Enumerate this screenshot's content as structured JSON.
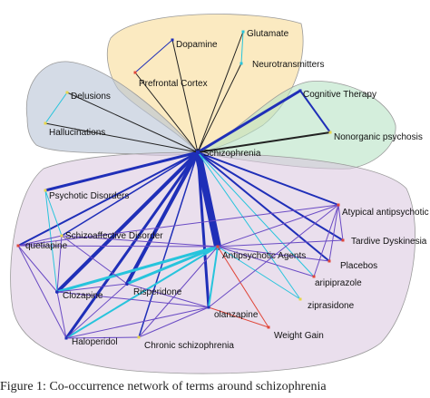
{
  "caption": "Figure 1: Co-occurrence network of terms around schizophrenia",
  "colors": {
    "cluster_top": "#f7d98e",
    "cluster_left": "#b7c3d6",
    "cluster_right": "#b8e3c4",
    "cluster_bottom": "#d8c4df",
    "edge_blue": "#1f2fb8",
    "edge_cyan": "#27c4dc",
    "edge_purple": "#6a4bc4",
    "edge_red": "#e0473a",
    "edge_black": "#222222"
  },
  "nodes": [
    {
      "id": "schizophrenia",
      "label": "Schizophrenia",
      "color": "#1f2fb8"
    },
    {
      "id": "dopamine",
      "label": "Dopamine",
      "color": "#1f2fb8"
    },
    {
      "id": "glutamate",
      "label": "Glutamate",
      "color": "#27c4dc"
    },
    {
      "id": "neurotransmitters",
      "label": "Neurotransmitters",
      "color": "#27c4dc"
    },
    {
      "id": "prefrontal",
      "label": "Prefrontal Cortex",
      "color": "#e0473a"
    },
    {
      "id": "delusions",
      "label": "Delusions",
      "color": "#e8d64a"
    },
    {
      "id": "hallucinations",
      "label": "Hallucinations",
      "color": "#e8d64a"
    },
    {
      "id": "cognitive",
      "label": "Cognitive Therapy",
      "color": "#1f2fb8"
    },
    {
      "id": "nonorganic",
      "label": "Nonorganic psychosis",
      "color": "#e8d64a"
    },
    {
      "id": "psychotic",
      "label": "Psychotic Disorders",
      "color": "#e8d64a"
    },
    {
      "id": "schizoaffective",
      "label": "Schizoaffective Disorder",
      "color": "#e8d64a"
    },
    {
      "id": "quetiapine",
      "label": "quetiapine",
      "color": "#e0473a"
    },
    {
      "id": "antipsychotic_agents",
      "label": "Antipsychotic Agents",
      "color": "#e0473a"
    },
    {
      "id": "atypical",
      "label": "Atypical antipsychotic",
      "color": "#e0473a"
    },
    {
      "id": "tardive",
      "label": "Tardive Dyskinesia",
      "color": "#e0473a"
    },
    {
      "id": "placebos",
      "label": "Placebos",
      "color": "#e0473a"
    },
    {
      "id": "aripiprazole",
      "label": "aripiprazole",
      "color": "#e0473a"
    },
    {
      "id": "ziprasidone",
      "label": "ziprasidone",
      "color": "#e8d64a"
    },
    {
      "id": "clozapine",
      "label": "Clozapine",
      "color": "#1f2fb8"
    },
    {
      "id": "risperidone",
      "label": "Risperidone",
      "color": "#1f2fb8"
    },
    {
      "id": "olanzapine",
      "label": "olanzapine",
      "color": "#1f2fb8"
    },
    {
      "id": "weightgain",
      "label": "Weight Gain",
      "color": "#e0473a"
    },
    {
      "id": "haloperidol",
      "label": "Haloperidol",
      "color": "#1f2fb8"
    },
    {
      "id": "chronic",
      "label": "Chronic schizophrenia",
      "color": "#e8d64a"
    }
  ],
  "edges": [
    {
      "from": "schizophrenia",
      "to": "antipsychotic_agents",
      "type": "blue",
      "weight": 8
    },
    {
      "from": "schizophrenia",
      "to": "clozapine",
      "type": "blue",
      "weight": 4
    },
    {
      "from": "schizophrenia",
      "to": "risperidone",
      "type": "blue",
      "weight": 4
    },
    {
      "from": "schizophrenia",
      "to": "olanzapine",
      "type": "blue",
      "weight": 3
    },
    {
      "from": "schizophrenia",
      "to": "haloperidol",
      "type": "blue",
      "weight": 3
    },
    {
      "from": "schizophrenia",
      "to": "psychotic",
      "type": "blue",
      "weight": 3
    },
    {
      "from": "schizophrenia",
      "to": "cognitive",
      "type": "blue",
      "weight": 3
    },
    {
      "from": "schizophrenia",
      "to": "nonorganic",
      "type": "black",
      "weight": 2
    },
    {
      "from": "schizophrenia",
      "to": "placebos",
      "type": "blue",
      "weight": 2
    },
    {
      "from": "schizophrenia",
      "to": "tardive",
      "type": "blue",
      "weight": 2
    },
    {
      "from": "schizophrenia",
      "to": "atypical",
      "type": "blue",
      "weight": 2
    },
    {
      "from": "schizophrenia",
      "to": "quetiapine",
      "type": "blue",
      "weight": 2
    },
    {
      "from": "schizophrenia",
      "to": "schizoaffective",
      "type": "blue",
      "weight": 1.5
    },
    {
      "from": "schizophrenia",
      "to": "chronic",
      "type": "blue",
      "weight": 1.5
    },
    {
      "from": "schizophrenia",
      "to": "hallucinations",
      "type": "black",
      "weight": 1
    },
    {
      "from": "schizophrenia",
      "to": "delusions",
      "type": "black",
      "weight": 1
    },
    {
      "from": "schizophrenia",
      "to": "dopamine",
      "type": "black",
      "weight": 1
    },
    {
      "from": "schizophrenia",
      "to": "prefrontal",
      "type": "black",
      "weight": 1
    },
    {
      "from": "schizophrenia",
      "to": "neurotransmitters",
      "type": "black",
      "weight": 1
    },
    {
      "from": "schizophrenia",
      "to": "glutamate",
      "type": "black",
      "weight": 1
    },
    {
      "from": "schizophrenia",
      "to": "ziprasidone",
      "type": "cyan",
      "weight": 1
    },
    {
      "from": "schizophrenia",
      "to": "aripiprazole",
      "type": "cyan",
      "weight": 1
    },
    {
      "from": "dopamine",
      "to": "prefrontal",
      "type": "blue",
      "weight": 1
    },
    {
      "from": "glutamate",
      "to": "neurotransmitters",
      "type": "cyan",
      "weight": 1
    },
    {
      "from": "delusions",
      "to": "hallucinations",
      "type": "cyan",
      "weight": 1
    },
    {
      "from": "cognitive",
      "to": "nonorganic",
      "type": "blue",
      "weight": 2
    },
    {
      "from": "antipsychotic_agents",
      "to": "clozapine",
      "type": "cyan",
      "weight": 3
    },
    {
      "from": "antipsychotic_agents",
      "to": "risperidone",
      "type": "cyan",
      "weight": 3
    },
    {
      "from": "antipsychotic_agents",
      "to": "olanzapine",
      "type": "cyan",
      "weight": 2
    },
    {
      "from": "antipsychotic_agents",
      "to": "haloperidol",
      "type": "cyan",
      "weight": 2
    },
    {
      "from": "antipsychotic_agents",
      "to": "quetiapine",
      "type": "purple",
      "weight": 1
    },
    {
      "from": "antipsychotic_agents",
      "to": "atypical",
      "type": "purple",
      "weight": 1
    },
    {
      "from": "antipsychotic_agents",
      "to": "tardive",
      "type": "purple",
      "weight": 1
    },
    {
      "from": "antipsychotic_agents",
      "to": "placebos",
      "type": "purple",
      "weight": 1
    },
    {
      "from": "antipsychotic_agents",
      "to": "aripiprazole",
      "type": "purple",
      "weight": 1
    },
    {
      "from": "antipsychotic_agents",
      "to": "ziprasidone",
      "type": "cyan",
      "weight": 1
    },
    {
      "from": "antipsychotic_agents",
      "to": "weightgain",
      "type": "red",
      "weight": 1
    },
    {
      "from": "antipsychotic_agents",
      "to": "chronic",
      "type": "purple",
      "weight": 1
    },
    {
      "from": "antipsychotic_agents",
      "to": "schizoaffective",
      "type": "purple",
      "weight": 1
    },
    {
      "from": "olanzapine",
      "to": "weightgain",
      "type": "red",
      "weight": 1
    },
    {
      "from": "olanzapine",
      "to": "risperidone",
      "type": "purple",
      "weight": 1
    },
    {
      "from": "olanzapine",
      "to": "clozapine",
      "type": "purple",
      "weight": 1
    },
    {
      "from": "olanzapine",
      "to": "haloperidol",
      "type": "purple",
      "weight": 1
    },
    {
      "from": "olanzapine",
      "to": "atypical",
      "type": "purple",
      "weight": 1
    },
    {
      "from": "olanzapine",
      "to": "chronic",
      "type": "purple",
      "weight": 1
    },
    {
      "from": "risperidone",
      "to": "clozapine",
      "type": "purple",
      "weight": 1
    },
    {
      "from": "risperidone",
      "to": "haloperidol",
      "type": "purple",
      "weight": 1
    },
    {
      "from": "risperidone",
      "to": "schizoaffective",
      "type": "purple",
      "weight": 1
    },
    {
      "from": "clozapine",
      "to": "haloperidol",
      "type": "purple",
      "weight": 1
    },
    {
      "from": "clozapine",
      "to": "schizoaffective",
      "type": "purple",
      "weight": 1
    },
    {
      "from": "clozapine",
      "to": "quetiapine",
      "type": "purple",
      "weight": 1
    },
    {
      "from": "clozapine",
      "to": "psychotic",
      "type": "cyan",
      "weight": 1
    },
    {
      "from": "haloperidol",
      "to": "chronic",
      "type": "purple",
      "weight": 1
    },
    {
      "from": "haloperidol",
      "to": "quetiapine",
      "type": "purple",
      "weight": 1
    },
    {
      "from": "quetiapine",
      "to": "atypical",
      "type": "purple",
      "weight": 1
    },
    {
      "from": "quetiapine",
      "to": "schizoaffective",
      "type": "purple",
      "weight": 1
    },
    {
      "from": "psychotic",
      "to": "schizoaffective",
      "type": "cyan",
      "weight": 1
    },
    {
      "from": "atypical",
      "to": "placebos",
      "type": "purple",
      "weight": 1
    },
    {
      "from": "tardive",
      "to": "atypical",
      "type": "purple",
      "weight": 1
    },
    {
      "from": "aripiprazole",
      "to": "atypical",
      "type": "purple",
      "weight": 1
    }
  ]
}
